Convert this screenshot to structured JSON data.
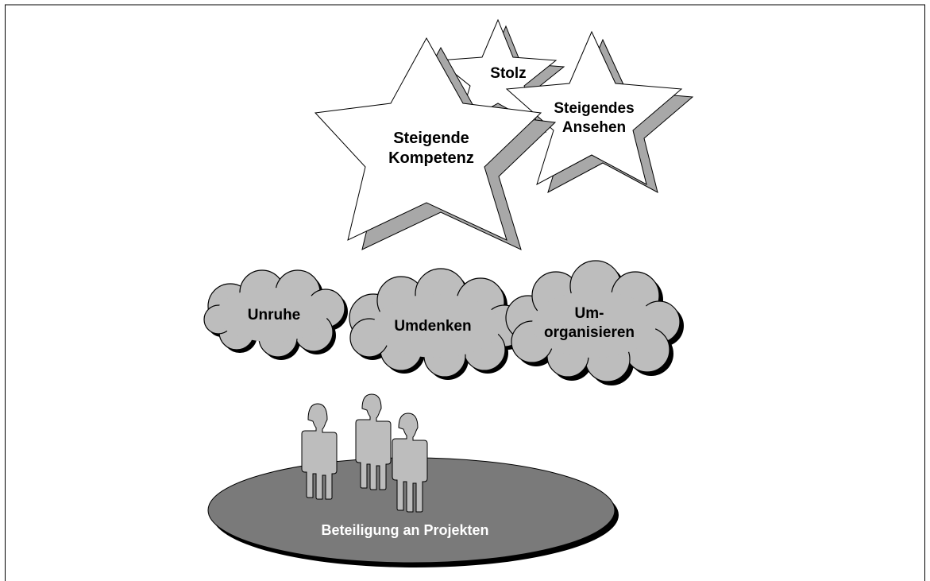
{
  "stars": {
    "stolz": "Stolz",
    "kompetenz": [
      "Steigende",
      "Kompetenz"
    ],
    "ansehen": [
      "Steigendes",
      "Ansehen"
    ]
  },
  "clouds": {
    "unruhe": "Unruhe",
    "umdenken": "Umdenken",
    "umorganisieren": [
      "Um-",
      "organisieren"
    ]
  },
  "base": {
    "label": "Beteiligung an Projekten"
  },
  "colors": {
    "shape_gray": "#bdbdbd",
    "dark_gray": "#7a7a7a",
    "star_fill": "#ffffff",
    "star_side": "#a8a8a8"
  }
}
